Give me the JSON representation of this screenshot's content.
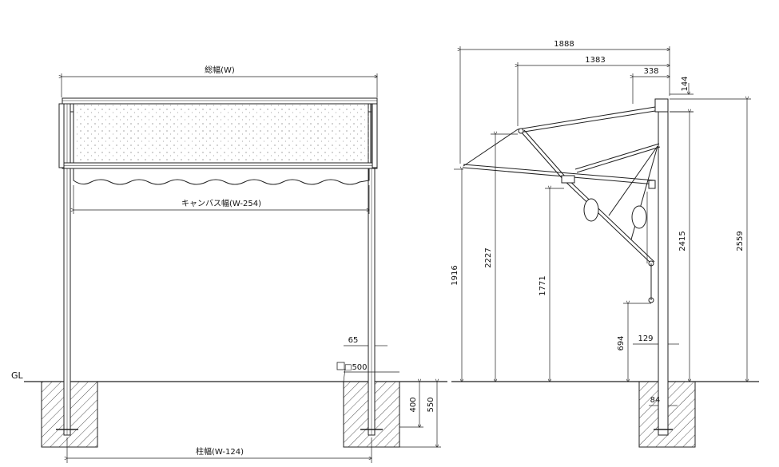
{
  "front_view": {
    "overall_width_label": "総幅(W)",
    "canvas_width_label": "キャンバス幅(W-254)",
    "post_pitch_label": "柱幅(W-124)",
    "dim_65": "65",
    "footing_size": "□500",
    "dim_400": "400",
    "dim_550": "550",
    "ground_label": "GL"
  },
  "side_view": {
    "dim_1888": "1888",
    "dim_1383": "1383",
    "dim_338": "338",
    "dim_144": "144",
    "dim_1916": "1916",
    "dim_2227": "2227",
    "dim_1771": "1771",
    "dim_694": "694",
    "dim_129": "129",
    "dim_2415": "2415",
    "dim_2559": "2559",
    "dim_84": "84"
  },
  "colors": {
    "line": "#222222",
    "canvas_fill": "#f4f4f4",
    "hatch": "#555555"
  }
}
